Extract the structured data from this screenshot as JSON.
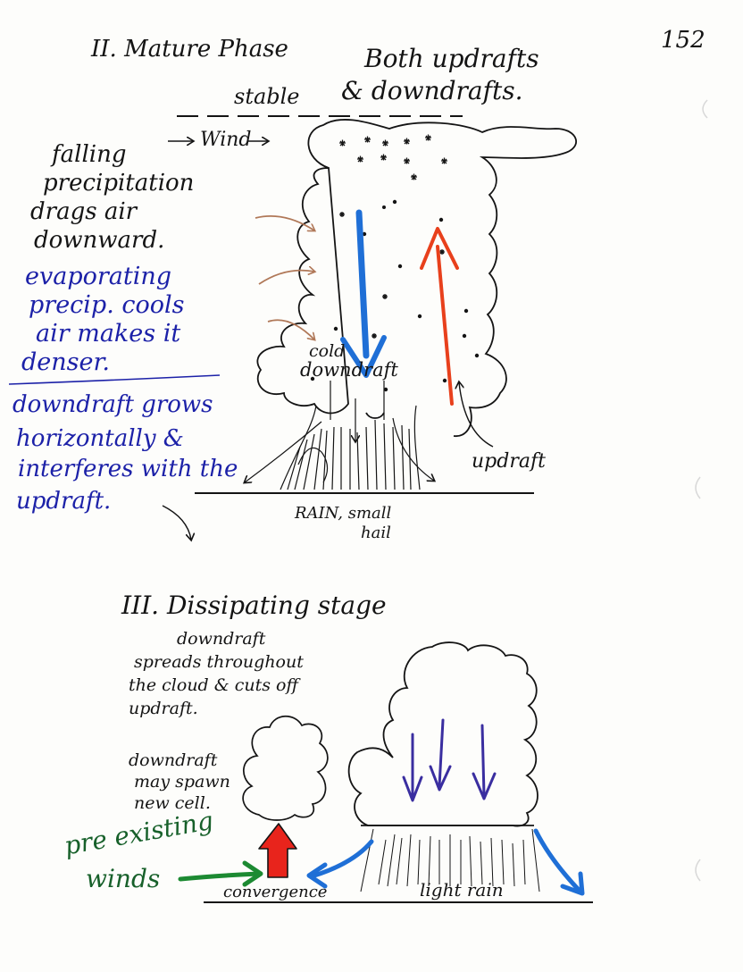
{
  "page": {
    "number": "152"
  },
  "mature": {
    "heading": "II. Mature Phase",
    "subtitle_line1": "Both updrafts",
    "subtitle_line2": "& downdrafts.",
    "stable": "stable",
    "wind": "Wind",
    "cold_line1": "cold",
    "cold_line2": "downdraft",
    "updraft": "updraft",
    "rain_line1": "RAIN, small",
    "rain_line2": "hail",
    "note_black": [
      "falling",
      "precipitation",
      "drags air",
      "downward."
    ],
    "note_evap": [
      "evaporating",
      "precip. cools",
      "air makes it",
      "denser."
    ],
    "note_grows": [
      "downdraft grows",
      "horizontally &",
      "interferes with the",
      "updraft."
    ]
  },
  "dissipating": {
    "heading": "III. Dissipating stage",
    "desc": [
      "downdraft",
      "spreads throughout",
      "the cloud & cuts off",
      "updraft."
    ],
    "spawn": [
      "downdraft",
      "may spawn",
      "new cell."
    ],
    "preexisting": [
      "pre existing",
      "winds"
    ],
    "convergence": "convergence",
    "light_rain": "light rain"
  },
  "colors": {
    "ink": "#141414",
    "blue_ink": "#1c21a8",
    "green_ink": "#17602a",
    "downdraft_arrow": "#1f6fd6",
    "updraft_arrow": "#e8401c",
    "inflow_arrows": "#b07858",
    "dissipate_arrows": "#3a2ea0",
    "new_cell_arrow": "#e8241c"
  }
}
